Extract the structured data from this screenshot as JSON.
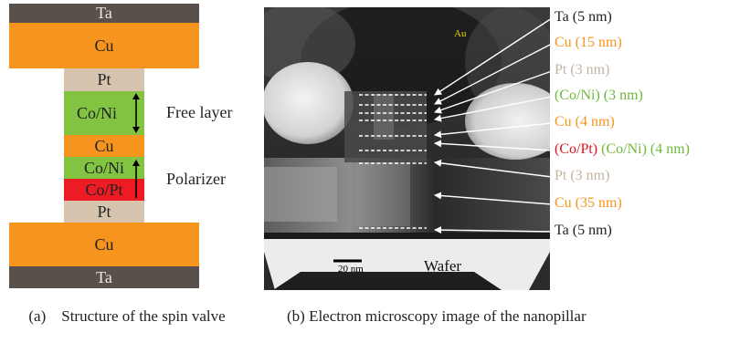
{
  "panel_a": {
    "layers": [
      {
        "label": "Ta",
        "color": "#5a504b",
        "text_color": "#e8e8e8"
      },
      {
        "label": "Cu",
        "color": "#f7941d",
        "text_color": "#222222"
      },
      {
        "label": "Pt",
        "color": "#d7c4ae",
        "text_color": "#222222"
      },
      {
        "label": "Co/Ni",
        "color": "#82c341",
        "text_color": "#222222"
      },
      {
        "label": "Cu",
        "color": "#f7941d",
        "text_color": "#222222"
      },
      {
        "label": "Co/Ni",
        "color": "#82c341",
        "text_color": "#222222"
      },
      {
        "label": "Co/Pt",
        "color": "#ed1c24",
        "text_color": "#222222"
      },
      {
        "label": "Pt",
        "color": "#d7c4ae",
        "text_color": "#222222"
      },
      {
        "label": "Cu",
        "color": "#f7941d",
        "text_color": "#222222"
      },
      {
        "label": "Ta",
        "color": "#5a504b",
        "text_color": "#e8e8e8"
      }
    ],
    "free_layer_label": "Free layer",
    "polarizer_label": "Polarizer",
    "caption_prefix": "(a)",
    "caption_text": "Structure of the spin valve"
  },
  "panel_b": {
    "au_label": "Au",
    "wafer_label": "Wafer",
    "scale_label": "20 nm",
    "annotations": [
      {
        "parts": [
          {
            "text": "Ta (5 nm)",
            "color": "#222222"
          }
        ]
      },
      {
        "parts": [
          {
            "text": "Cu (15 nm)",
            "color": "#f7941d"
          }
        ]
      },
      {
        "parts": [
          {
            "text": "Pt (3 nm)",
            "color": "#c4b4a2"
          }
        ]
      },
      {
        "parts": [
          {
            "text": "(Co/Ni) (3 nm)",
            "color": "#6fb83a"
          }
        ]
      },
      {
        "parts": [
          {
            "text": "Cu (4 nm)",
            "color": "#f7941d"
          }
        ]
      },
      {
        "parts": [
          {
            "text": "(Co/Pt)",
            "color": "#e0151d"
          },
          {
            "text": " (Co/Ni) (4 nm)",
            "color": "#6fb83a"
          }
        ]
      },
      {
        "parts": [
          {
            "text": "Pt (3 nm)",
            "color": "#c4b4a2"
          }
        ]
      },
      {
        "parts": [
          {
            "text": "Cu (35 nm)",
            "color": "#f7941d"
          }
        ]
      },
      {
        "parts": [
          {
            "text": "Ta (5 nm)",
            "color": "#222222"
          }
        ]
      }
    ],
    "caption": "(b) Electron microscopy image of the nanopillar"
  }
}
